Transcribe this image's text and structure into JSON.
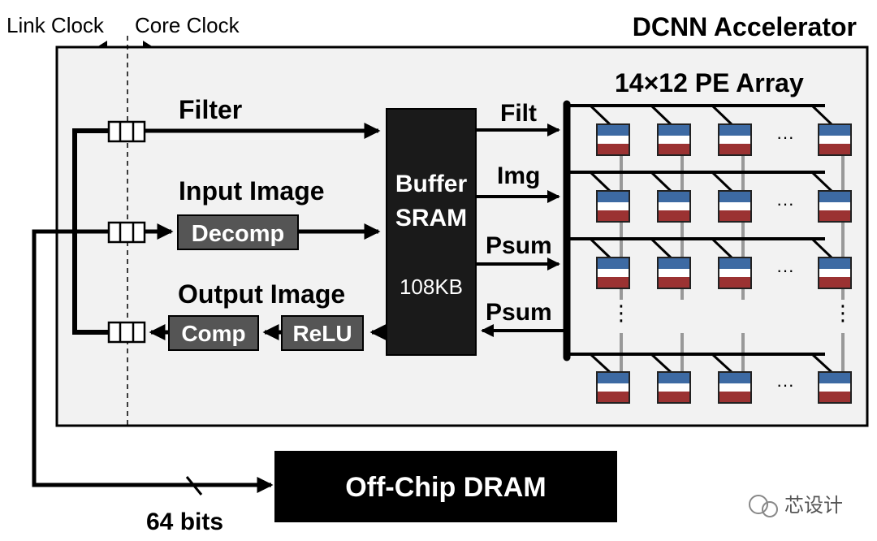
{
  "clock": {
    "link": "Link Clock",
    "core": "Core Clock"
  },
  "accelerator_title": "DCNN Accelerator",
  "pe_array_title": "14×12 PE Array",
  "paths": {
    "filter": "Filter",
    "input_image": "Input Image",
    "output_image": "Output Image"
  },
  "blocks": {
    "decomp": "Decomp",
    "comp": "Comp",
    "relu": "ReLU"
  },
  "buffer": {
    "line1": "Buffer",
    "line2": "SRAM",
    "size": "108KB"
  },
  "buses": {
    "filt": "Filt",
    "img": "Img",
    "psum_in": "Psum",
    "psum_out": "Psum"
  },
  "dram": {
    "label": "Off-Chip DRAM",
    "width": "64 bits"
  },
  "ellipsis_h": "···",
  "ellipsis_v": "⋮",
  "watermark": "芯设计",
  "colors": {
    "pe_top": "#3d6aa3",
    "pe_bottom": "#9b3232",
    "panel": "#f2f2f2",
    "block": "#555555"
  }
}
